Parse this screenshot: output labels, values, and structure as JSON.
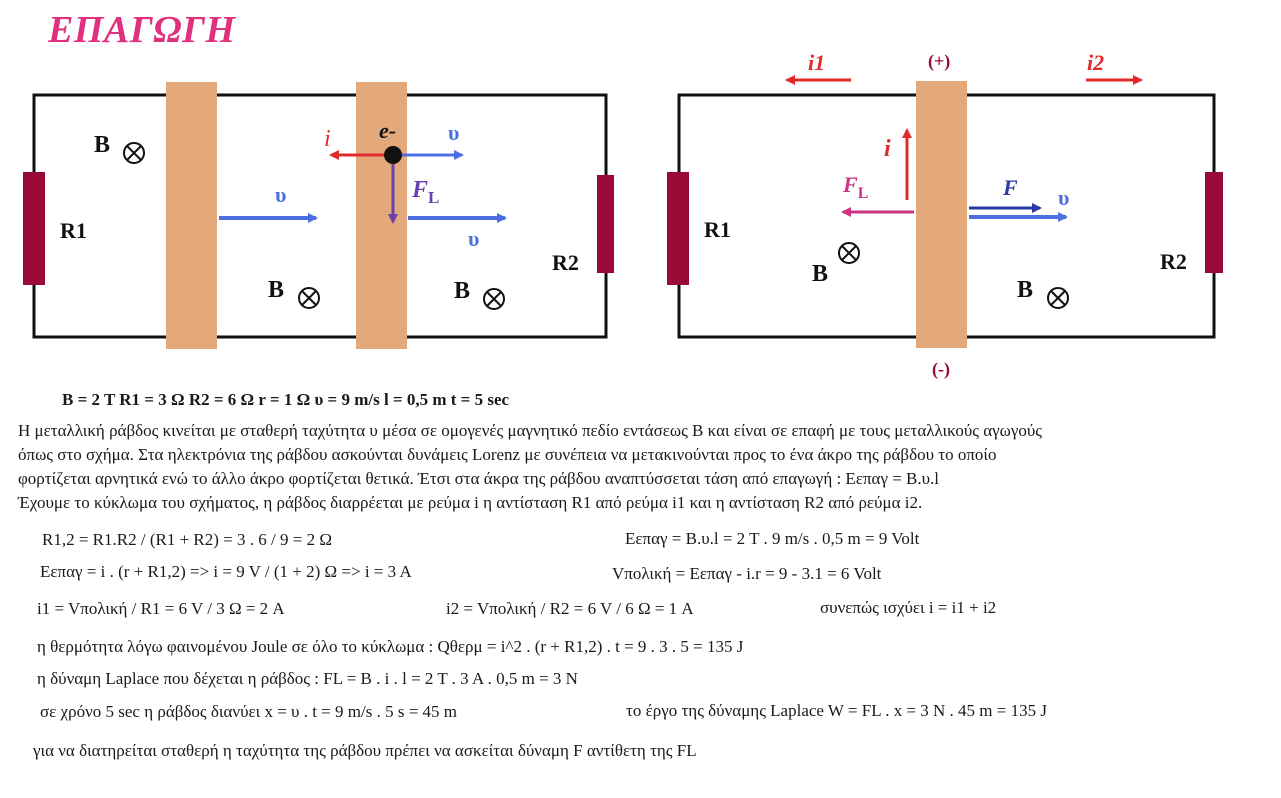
{
  "title": "ΕΠΑΓΩΓΗ",
  "colors": {
    "title": "#e0307e",
    "rod": "#e3a97a",
    "resistor": "#9a0a36",
    "velocity": "#4b6fe0",
    "current": "#e02b2b",
    "force_fl": "#cc3380",
    "force_f": "#2838a8",
    "electron_force": "#6a3fb0"
  },
  "left_diagram": {
    "r1": "R1",
    "r2": "R2",
    "field_b": "B",
    "v_label": "υ",
    "i_label": "i",
    "electron_label": "e-",
    "fl_label": "F",
    "fl_sub": "L"
  },
  "right_diagram": {
    "r1": "R1",
    "r2": "R2",
    "field_b": "B",
    "i1": "i1",
    "i2": "i2",
    "plus": "(+)",
    "minus": "(-)",
    "i_label": "i",
    "fl_label": "F",
    "fl_sub": "L",
    "f_label": "F",
    "v_label": "υ"
  },
  "given": "B = 2 T     R1 = 3 Ω   R2 = 6 Ω    r = 1 Ω    υ = 9 m/s  l = 0,5 m    t = 5 sec",
  "paragraph": [
    "Η μεταλλική ράβδος κινείται με σταθερή ταχύτητα  υ   μέσα σε ομογενές μαγνητικό πεδίο εντάσεως Β  και  είναι σε επαφή με τους μεταλλικούς αγωγούς",
    "όπως στο σχήμα.  Στα ηλεκτρόνια της ράβδου ασκούνται δυνάμεις Lorenz  με συνέπεια να μετακινούνται προς το ένα άκρο της ράβδου  το οποίο",
    "φορτίζεται αρνητικά  ενώ το άλλο άκρο φορτίζεται θετικά.   Έτσι στα άκρα της ράβδου αναπτύσσεται τάση από επαγωγή :   Εεπαγ  =  Β.υ.l",
    "Έχουμε το κύκλωμα του σχήματος,  η ράβδος διαρρέεται με ρεύμα i    η αντίσταση R1  από ρεύμα i1  και  η αντίσταση R2  από ρεύμα i2."
  ],
  "eq": {
    "r12": "R1,2 = R1.R2 / (R1 + R2) = 3 . 6 / 9 = 2 Ω",
    "emf": "Εεπαγ  =  Β.υ.l  = 2 T . 9 m/s . 0,5 m = 9 Volt",
    "current": "Εεπαγ = i . (r + R1,2) =>  i = 9 V / (1 + 2) Ω  =>   i = 3 A",
    "vpol": "Vπολική = Εεπαγ - i.r  =  9 - 3.1 = 6 Volt",
    "i1": "i1 = Vπολική / R1 = 6 V / 3 Ω = 2 A",
    "i2": "i2 = Vπολική / R2 = 6 V / 6 Ω = 1 A",
    "sum": "συνεπώς ισχύει  i  =  i1 + i2",
    "joule": "η θερμότητα λόγω φαινομένου Joule   σε όλο το κύκλωμα :  Qθερμ = i^2 . (r + R1,2) . t = 9 . 3 . 5 = 135 J",
    "laplace": "η δύναμη Laplace που δέχεται η ράβδος :  FL = B . i . l  = 2 T . 3 A . 0,5 m = 3 N",
    "dist": "σε χρόνο 5 sec η ράβδος διανύει   x = υ . t = 9 m/s . 5 s = 45 m",
    "work": "το έργο της δύναμης Laplace W = FL . x  = 3 N . 45 m = 135 J",
    "final": "για να διατηρείται σταθερή η ταχύτητα της ράβδου πρέπει να ασκείται δύναμη F  αντίθετη της  FL"
  }
}
